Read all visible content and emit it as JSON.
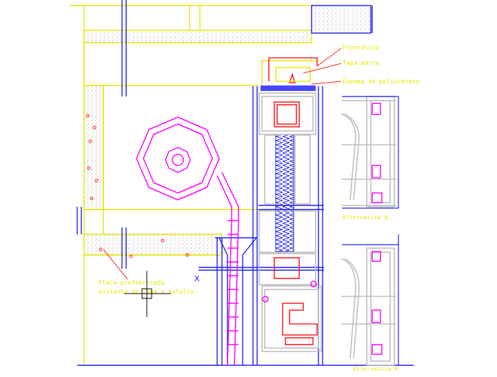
{
  "drawing": {
    "labels": {
      "flashing": "Frontalina",
      "wood_frame": "Tapa marco",
      "foam": "Espuma de poliuretano",
      "insulation_line1": "Placa prefabricada",
      "insulation_line2": "aislante de lana y asfalto",
      "variant_a": "Alternativa A",
      "variant_b": "Alternativa B"
    },
    "marker": "X",
    "colors": {
      "background": "#ffffff",
      "structure": "#e6e600",
      "frame": "#1a1aff",
      "profile": "#bdbdbd",
      "roll": "#ff00ff",
      "seal": "#ff2020",
      "cursor": "#000000"
    }
  }
}
